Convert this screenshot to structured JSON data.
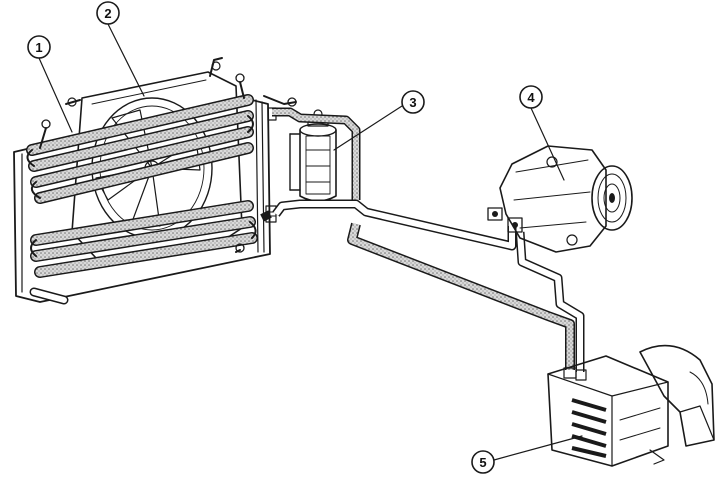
{
  "callouts": [
    {
      "number": "1",
      "component": "condenser"
    },
    {
      "number": "2",
      "component": "cooling-fan"
    },
    {
      "number": "3",
      "component": "receiver-drier"
    },
    {
      "number": "4",
      "component": "compressor"
    },
    {
      "number": "5",
      "component": "evaporator"
    }
  ],
  "colors": {
    "ink": "#1a1a1a",
    "stipple": "#8a8a8a",
    "background": "#ffffff"
  }
}
